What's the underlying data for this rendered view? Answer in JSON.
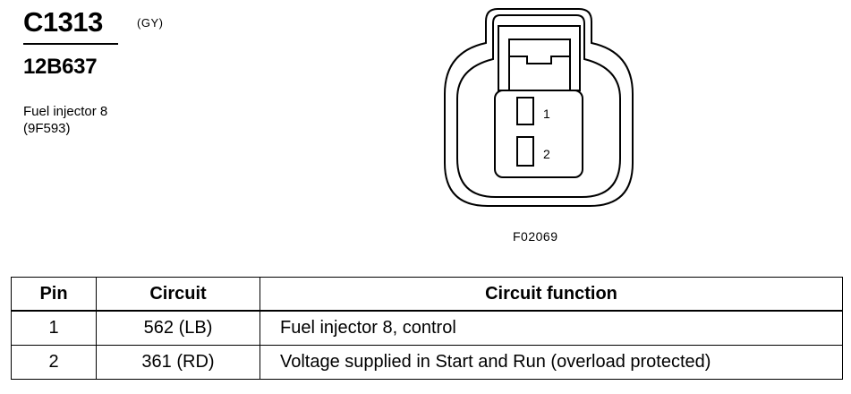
{
  "header": {
    "connector_id": "C1313",
    "color_code": "(GY)",
    "part_number": "12B637",
    "description_line1": "Fuel injector 8",
    "description_line2": "(9F593)"
  },
  "diagram": {
    "pin_labels": [
      "1",
      "2"
    ],
    "figure_id": "F02069"
  },
  "table": {
    "columns": [
      "Pin",
      "Circuit",
      "Circuit function"
    ],
    "rows": [
      {
        "pin": "1",
        "circuit": "562 (LB)",
        "function": "Fuel injector 8, control"
      },
      {
        "pin": "2",
        "circuit": "361 (RD)",
        "function": "Voltage supplied in Start and Run (overload protected)"
      }
    ]
  }
}
